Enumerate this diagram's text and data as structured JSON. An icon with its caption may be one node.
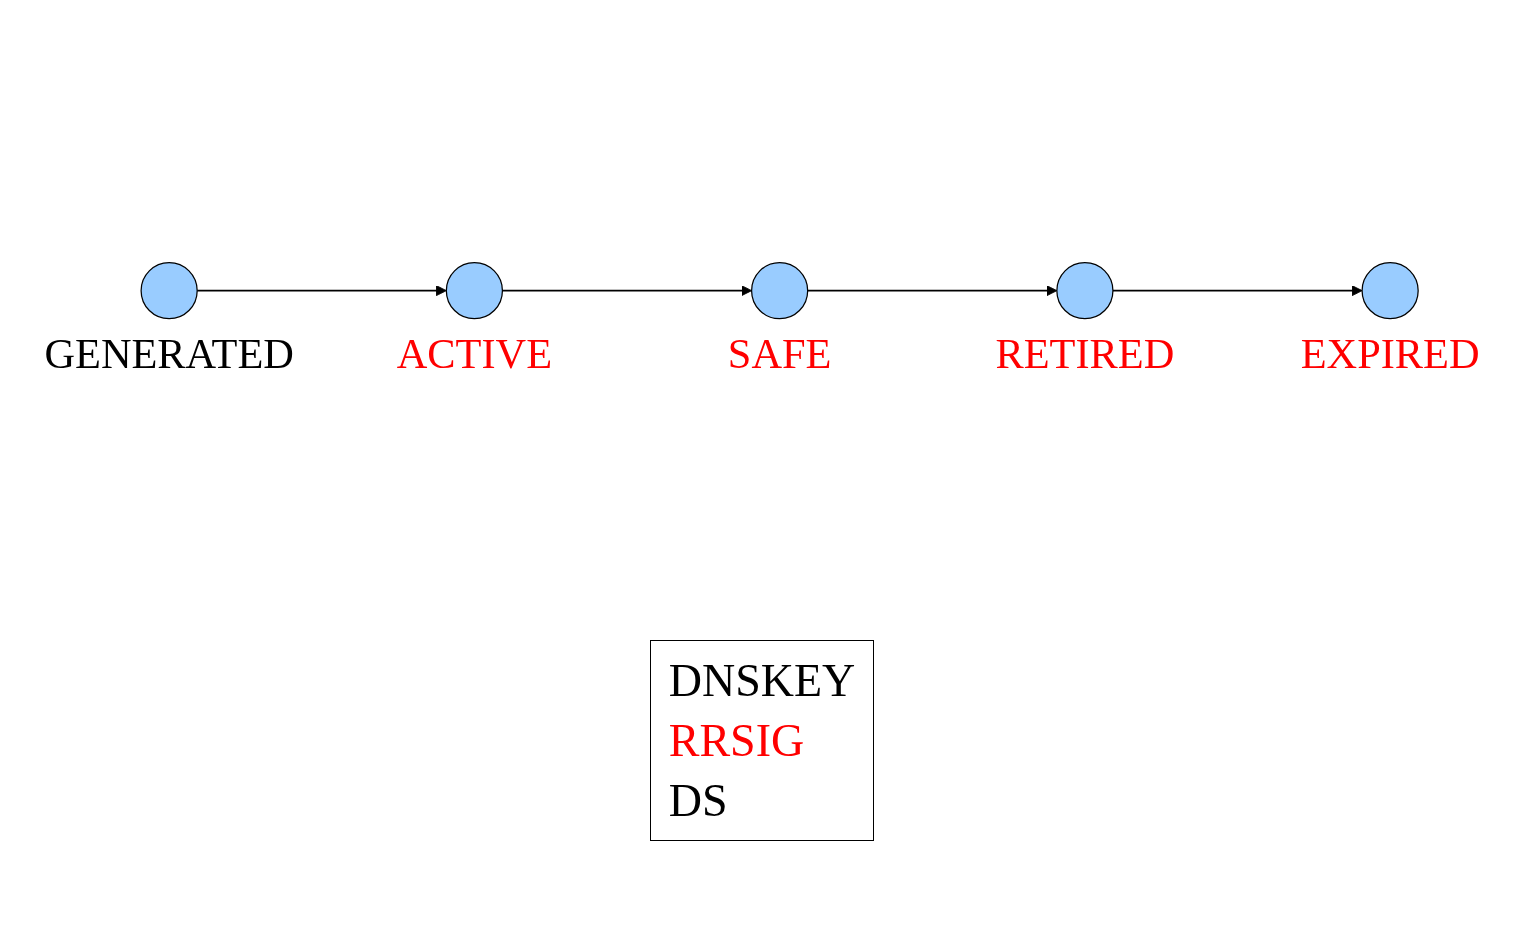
{
  "diagram": {
    "nodes": [
      {
        "text": [],
        "shape": "circle",
        "beside": [
          "GENERATED"
        ]
      },
      {
        "text": [],
        "shape": "circle",
        "beside": [
          "ACTIVE"
        ]
      },
      {
        "text": [],
        "shape": "circle",
        "beside": [
          "SAFE"
        ]
      },
      {
        "text": [],
        "shape": "circle",
        "beside": [
          "RETIRED"
        ]
      },
      {
        "text": [],
        "shape": "circle",
        "beside": [
          "EXPIRED"
        ]
      }
    ],
    "edges": [
      {
        "from": 0,
        "to": 1,
        "arrow": "to"
      },
      {
        "from": 1,
        "to": 2,
        "arrow": "to"
      },
      {
        "from": 2,
        "to": 3,
        "arrow": "to"
      },
      {
        "from": 3,
        "to": 4,
        "arrow": "to"
      }
    ],
    "legend": [
      {
        "text": "DNSKEY",
        "color": "#000000"
      },
      {
        "text": "RRSIG",
        "color": "#ff0000"
      },
      {
        "text": "DS",
        "color": "#000000"
      }
    ]
  }
}
